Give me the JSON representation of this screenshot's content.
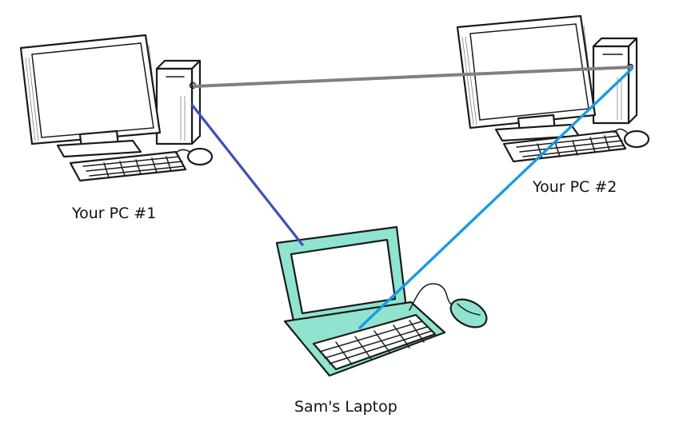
{
  "nodes": {
    "pc1": {
      "label": "Your PC #1"
    },
    "pc2": {
      "label": "Your PC #2"
    },
    "laptop": {
      "label": "Sam's Laptop"
    }
  },
  "connections": [
    {
      "from": "pc1",
      "to": "pc2",
      "color": "#808080"
    },
    {
      "from": "pc1",
      "to": "laptop",
      "color": "#3f4fb8"
    },
    {
      "from": "pc2",
      "to": "laptop",
      "color": "#1a9be0"
    }
  ],
  "colors": {
    "laptop_fill": "#8fe3cf",
    "ink": "#1a1a1a"
  }
}
